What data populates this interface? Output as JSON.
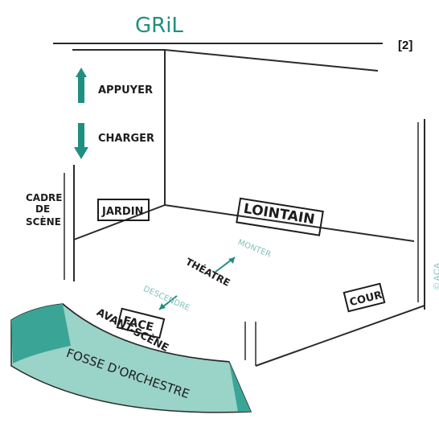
{
  "labels": {
    "gril": "GRiL",
    "appuyer": "APPUYER",
    "charger": "CHARGER",
    "cadre_line1": "CADRE",
    "cadre_line2": "DE",
    "cadre_line3": "SCÈNE",
    "jardin": "JARDIN",
    "lointain": "LOINTAIN",
    "monter": "MONTER",
    "theatre": "THÉATRE",
    "descendre": "DESCENDRE",
    "face": "FACE",
    "cour": "COUR",
    "avant_scene": "AVANT-SCÈNE",
    "fosse": "FOSSE D'ORCHESTRE"
  },
  "ref_note": "[2]",
  "credit": "© ACA",
  "colors": {
    "teal": "#1f8f80",
    "teal_fill": "#3aa596",
    "teal_light": "#9ad3c8",
    "line": "#2a2a2a"
  }
}
